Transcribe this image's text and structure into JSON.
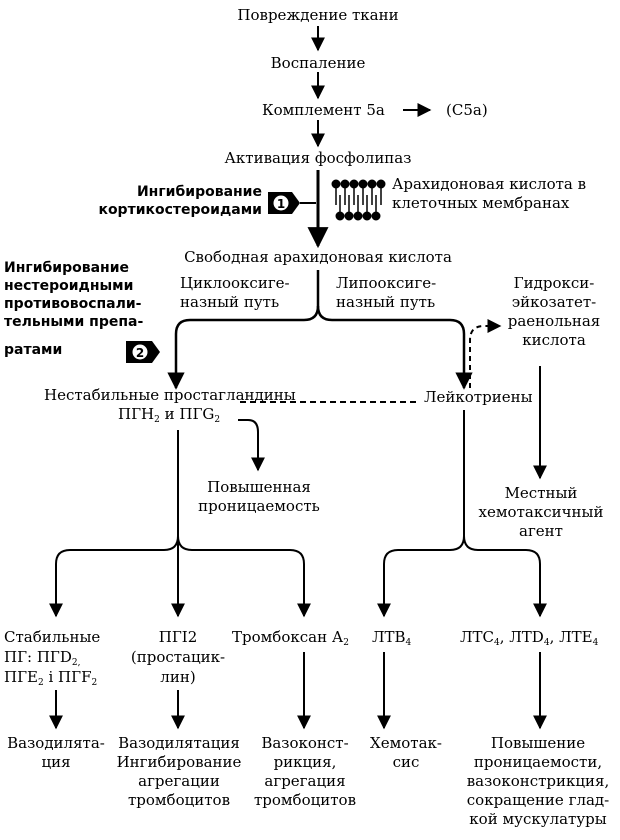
{
  "nodes": {
    "tissue_damage": "Повреждение ткани",
    "inflammation": "Воспаление",
    "complement": "Комплемент 5а",
    "c5a": "(С5а)",
    "phospholipase": "Активация фосфолипаз",
    "membrane_line1": "Арахидоновая кислота в",
    "membrane_line2": "клеточных мембранах",
    "free_aa": "Свободная арахидоновая кислота",
    "cox_line1": "Циклооксиге-",
    "cox_line2": "назный путь",
    "lox_line1": "Липооксиге-",
    "lox_line2": "назный путь",
    "hete_line1": "Гидрокси-",
    "hete_line2": "эйкозатет-",
    "hete_line3": "раенольная",
    "hete_line4": "кислота",
    "unstable_pg_line1": "Нестабильные простагландины",
    "unstable_pg_line2_a": "ПГН",
    "unstable_pg_line2_b": "и ПГG",
    "leukotrienes": "Лейкотриены",
    "permeability_line1": "Повышенная",
    "permeability_line2": "проницаемость",
    "chemotactic_line1": "Местный",
    "chemotactic_line2": "хемотаксичный",
    "chemotactic_line3": "агент",
    "stable_pg_line1": "Стабильные",
    "stable_pg_line2_a": "ПГ: ПГD",
    "stable_pg_line3_a": "ПГЕ",
    "stable_pg_line3_b": "і ПГF",
    "pgi2_line1": "ПГІ2",
    "pgi2_line2": "(простацик-",
    "pgi2_line3": "лин)",
    "thromboxane": "Тромбоксан А",
    "ltb4": "ЛТВ",
    "ltc": "ЛТС",
    "ltd": ", ЛТD",
    "lte": ", ЛТЕ",
    "vasodil1_line1": "Вазодилята-",
    "vasodil1_line2": "ция",
    "vasodil2_line1": "Вазодилятация",
    "vasodil2_line2": "Ингибирование",
    "vasodil2_line3": "агрегации",
    "vasodil2_line4": "тромбоцитов",
    "vasocon_line1": "Вазоконст-",
    "vasocon_line2": "рикция,",
    "vasocon_line3": "агрегация",
    "vasocon_line4": "тромбоцитов",
    "chemotaxis_line1": "Хемотак-",
    "chemotaxis_line2": "сис",
    "final_line1": "Повышение",
    "final_line2": "проницаемости,",
    "final_line3": "вазоконстрикция,",
    "final_line4": "сокращение глад-",
    "final_line5": "кой мускулатуры"
  },
  "subscripts": {
    "two": "2",
    "four": "4",
    "d2": "2,"
  },
  "inhibitors": {
    "corticosteroids_line1": "Ингибирование",
    "corticosteroids_line2": "кортикостероидами",
    "corticosteroids_badge": "1",
    "nsaid_line1": "Ингибирование",
    "nsaid_line2": "нестероидными",
    "nsaid_line3": "противовоспали-",
    "nsaid_line4": "тельными препа-",
    "nsaid_line5": "ратами",
    "nsaid_badge": "2"
  }
}
